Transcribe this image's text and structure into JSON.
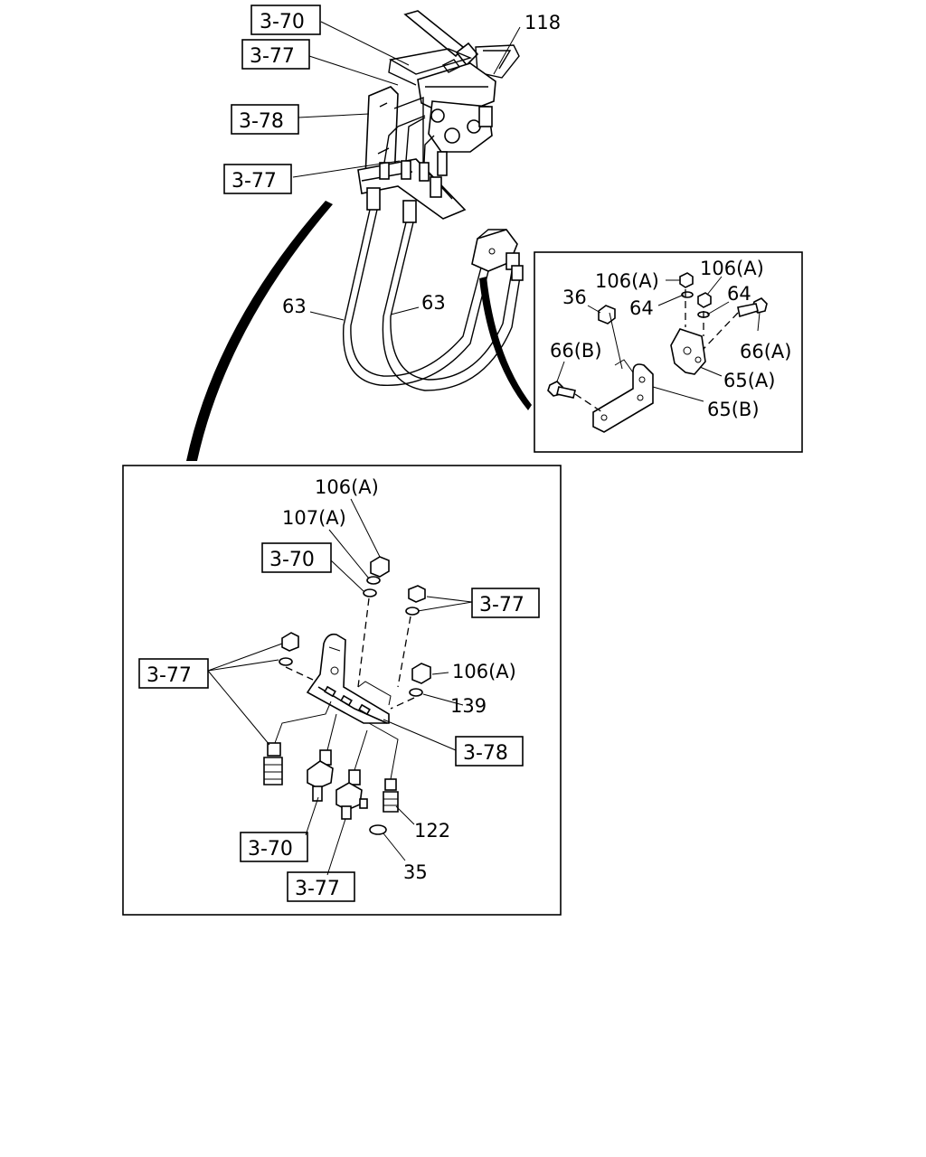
{
  "upper_assembly": {
    "callouts": {
      "part_118": "118",
      "part_63_left": "63",
      "part_63_right": "63"
    },
    "references": {
      "ref_a": "3-70",
      "ref_b": "3-77",
      "ref_c": "3-78",
      "ref_d": "3-77"
    }
  },
  "bracket_detail": {
    "callouts": {
      "p106a_left": "106(A)",
      "p106a_right": "106(A)",
      "p36": "36",
      "p64_left": "64",
      "p64_right": "64",
      "p66b": "66(B)",
      "p66a": "66(A)",
      "p65a": "65(A)",
      "p65b": "65(B)"
    }
  },
  "valve_detail": {
    "callouts": {
      "p106a_top": "106(A)",
      "p107a": "107(A)",
      "p106a_mid": "106(A)",
      "p139": "139",
      "p122": "122",
      "p35": "35"
    },
    "references": {
      "ref_370_top": "3-70",
      "ref_377_right": "3-77",
      "ref_377_left": "3-77",
      "ref_378": "3-78",
      "ref_370_bottom": "3-70",
      "ref_377_bottom": "3-77"
    }
  }
}
